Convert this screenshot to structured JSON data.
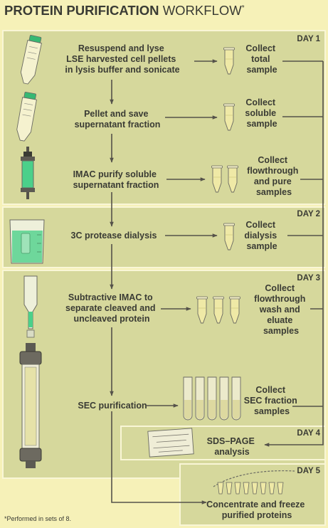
{
  "title": {
    "bold": "PROTEIN PURIFICATION",
    "regular": "WORKFLOW",
    "mark": "*"
  },
  "footnote": "*Performed in sets of 8.",
  "days": [
    "DAY 1",
    "DAY 2",
    "DAY 3",
    "DAY 4",
    "DAY 5"
  ],
  "steps": {
    "lyse": [
      "Resuspend and lyse",
      "LSE harvested cell pellets",
      "in lysis buffer and sonicate"
    ],
    "pellet": [
      "Pellet and save",
      "supernatant fraction"
    ],
    "imac": [
      "IMAC purify soluble",
      "supernatant fraction"
    ],
    "dialysis": [
      "3C protease dialysis"
    ],
    "subtractive": [
      "Subtractive IMAC to",
      "separate cleaved and",
      "uncleaved protein"
    ],
    "sec": [
      "SEC purification"
    ],
    "sds": [
      "SDS–PAGE",
      "analysis"
    ],
    "concentrate": [
      "Concentrate and freeze",
      "purified proteins"
    ]
  },
  "collect": {
    "total": [
      "Collect",
      "total",
      "sample"
    ],
    "soluble": [
      "Collect",
      "soluble",
      "sample"
    ],
    "flowpure": [
      "Collect",
      "flowthrough",
      "and pure",
      "samples"
    ],
    "dialysis": [
      "Collect",
      "dialysis",
      "sample"
    ],
    "fwe": [
      "Collect",
      "flowthrough",
      "wash and",
      "eluate",
      "samples"
    ],
    "secf": [
      "Collect",
      "SEC fraction",
      "samples"
    ]
  },
  "colors": {
    "background": "#f6f1b8",
    "panel": "#d6d89c",
    "panel_border": "#f9f6d6",
    "text": "#3a3b34",
    "arrow": "#55524a",
    "green": "#4bd08a"
  }
}
